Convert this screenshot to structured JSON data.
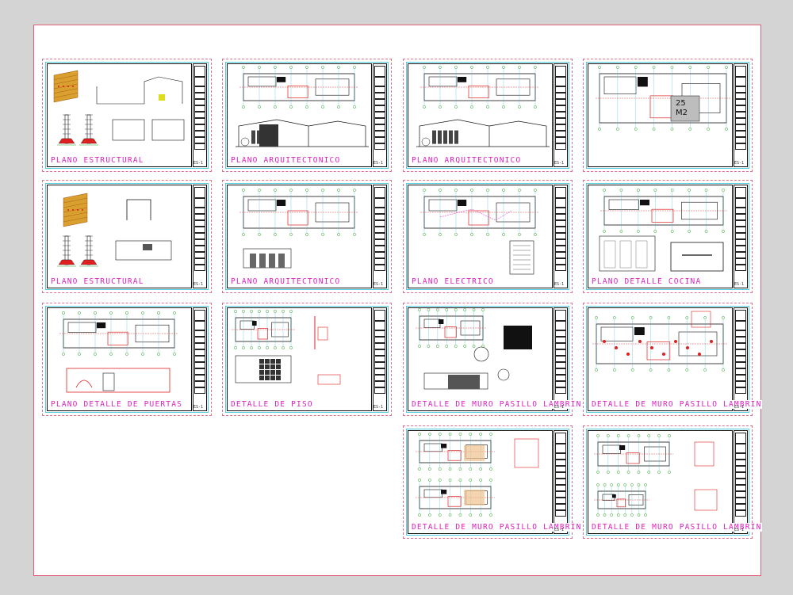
{
  "sheets": [
    {
      "title": "PLANO ESTRUCTURAL",
      "kind": "structural-1",
      "code": "ES-1"
    },
    {
      "title": "PLANO ARQUITECTONICO",
      "kind": "arch-facade",
      "code": "ES-1"
    },
    {
      "title": "PLANO ARQUITECTONICO",
      "kind": "arch-section",
      "code": "ES-1"
    },
    {
      "title": "",
      "kind": "plan-area",
      "code": "ES-1",
      "area_label": "25 M2"
    },
    {
      "title": "PLANO ESTRUCTURAL",
      "kind": "structural-2",
      "code": "ES-1"
    },
    {
      "title": "PLANO ARQUITECTONICO",
      "kind": "arch-elev",
      "code": "ES-1"
    },
    {
      "title": "PLANO ELECTRICO",
      "kind": "electric",
      "code": "ES-1"
    },
    {
      "title": "PLANO DETALLE COCINA",
      "kind": "kitchen",
      "code": "ES-1"
    },
    {
      "title": "PLANO DETALLE DE PUERTAS",
      "kind": "doors",
      "code": "ES-1"
    },
    {
      "title": "DETALLE DE PISO",
      "kind": "floor",
      "code": "ES-1"
    },
    {
      "title": "DETALLE DE MURO PASILLO LAMBRIN",
      "kind": "wall-a",
      "code": "ES-1"
    },
    {
      "title": "DETALLE DE MURO PASILLO LAMBRIN",
      "kind": "wall-b",
      "code": "ES-1"
    },
    {
      "title": "DETALLE DE MURO PASILLO LAMBRIN",
      "kind": "wall-c",
      "code": "ES-1"
    },
    {
      "title": "DETALLE DE MURO PASILLO LAMBRIN",
      "kind": "wall-d",
      "code": "ES-1"
    }
  ],
  "colors": {
    "title": "#e020c0",
    "frame": "#55ccdd",
    "border": "#e07090",
    "red": "#e02020",
    "green": "#20a020",
    "cyan": "#33bbcc"
  }
}
